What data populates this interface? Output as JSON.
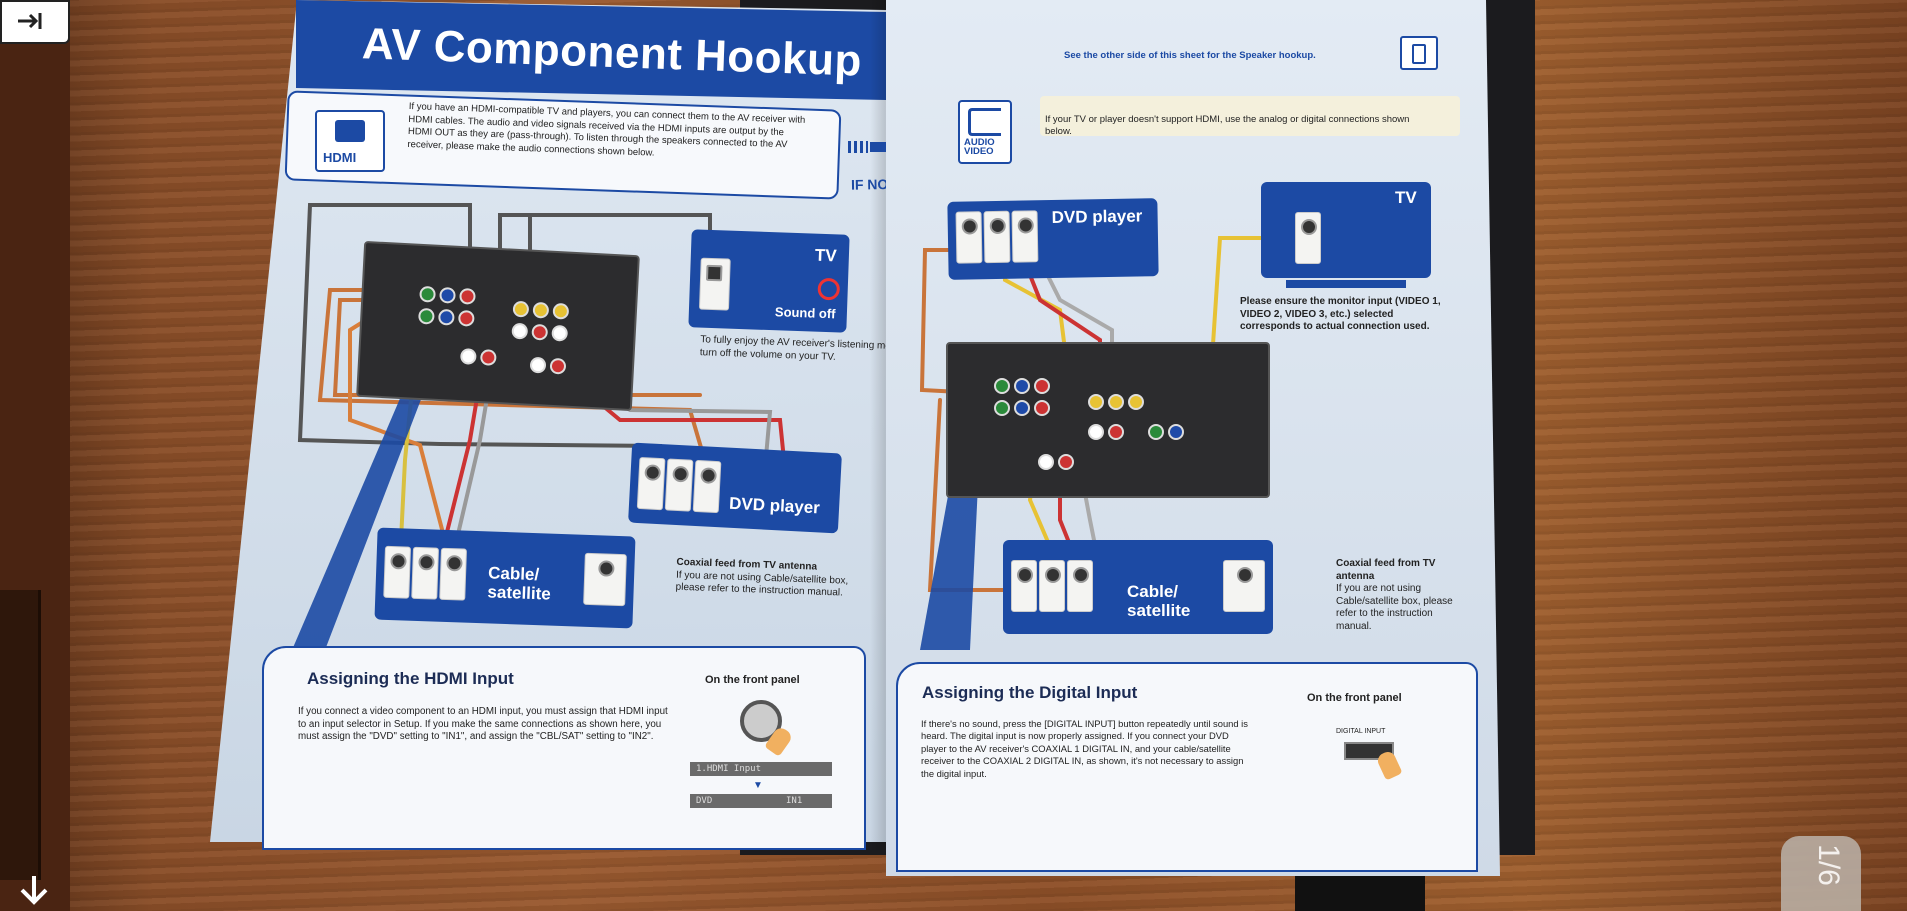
{
  "left_page": {
    "title": "AV Component Hookup",
    "hdmi_badge": "HDMI",
    "intro": "If you have an HDMI-compatible TV and players, you can connect them to the AV receiver with HDMI cables. The audio and video signals received via the HDMI inputs are output by the HDMI OUT as they are (pass-through). To listen through the speakers connected to the AV receiver, please make the audio connections shown below.",
    "tv_label": "TV",
    "sound_off": "Sound off",
    "tv_note": "To fully enjoy the AV receiver's listening modes, turn off the volume on your TV.",
    "dvd_label": "DVD player",
    "cable_label": "Cable/\nsatellite",
    "coax_note_title": "Coaxial feed from TV antenna",
    "coax_note": "If you are not using Cable/satellite box, please refer to the instruction manual.",
    "panel_title": "Assigning the HDMI Input",
    "panel_front": "On the front panel",
    "panel_text": "If you connect a video component to an HDMI input, you must assign that HDMI input to an input selector in Setup. If you make the same connections as shown here, you must assign the \"DVD\" setting to \"IN1\", and assign the \"CBL/SAT\" setting to \"IN2\".",
    "lcd_top": "1.HDMI Input",
    "lcd_bottom_left": "DVD",
    "lcd_bottom_right": "IN1"
  },
  "middle": {
    "if_no_hdmi": "IF NO HDMI"
  },
  "right_page": {
    "top_note": "See the other side of this sheet for the Speaker hookup.",
    "av_badge": "AUDIO\nVIDEO",
    "intro": "If your TV or player doesn't support HDMI, use the analog or digital connections shown below.",
    "dvd_label": "DVD player",
    "tv_label": "TV",
    "monitor_note": "Please ensure the monitor input (VIDEO 1, VIDEO 2, VIDEO 3, etc.) selected corresponds to actual connection used.",
    "cable_label": "Cable/\nsatellite",
    "coax_note_title": "Coaxial feed from TV antenna",
    "coax_note": "If you are not using Cable/satellite box, please refer to the instruction manual.",
    "panel_title": "Assigning the Digital Input",
    "panel_front": "On the front panel",
    "digital_btn": "DIGITAL INPUT",
    "panel_text": "If there's no sound, press the [DIGITAL INPUT] button repeatedly until sound is heard. The digital input is now properly assigned. If you connect your DVD player to the AV receiver's COAXIAL 1 DIGITAL IN, and your cable/satellite receiver to the COAXIAL 2 DIGITAL IN, as shown, it's not necessary to assign the digital input."
  },
  "overlay": {
    "page_indicator": "1/6"
  },
  "colors": {
    "brand_blue": "#1c4aa4",
    "wood": "#8e5028"
  }
}
